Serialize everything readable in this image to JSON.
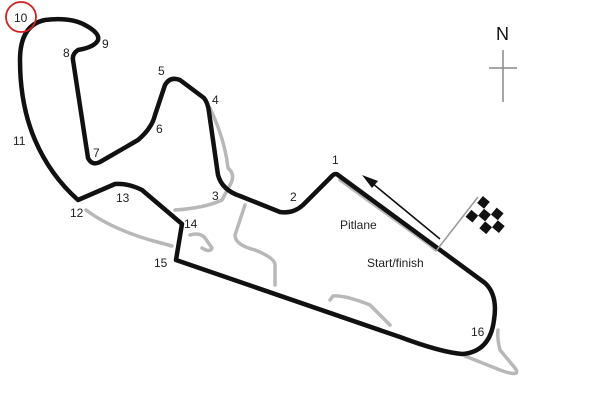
{
  "title": "Circuit map",
  "corners": [
    "1",
    "2",
    "3",
    "4",
    "5",
    "6",
    "7",
    "8",
    "9",
    "10",
    "11",
    "12",
    "13",
    "14",
    "15",
    "16"
  ],
  "highlighted_corner": "10",
  "labels": {
    "pitlane": "Pitlane",
    "start_finish": "Start/finish"
  },
  "compass": {
    "north": "N"
  },
  "colors": {
    "track": "#111111",
    "old_layout": "#b5b5b5",
    "highlight": "#d42020"
  }
}
